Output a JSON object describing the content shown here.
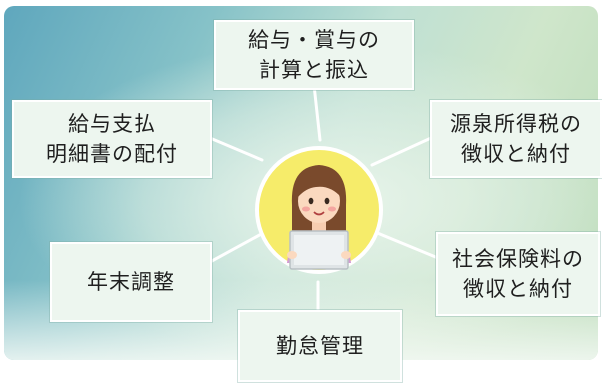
{
  "diagram": {
    "center_figure": "woman-with-laptop",
    "nodes": [
      {
        "id": "salary_calc",
        "lines": [
          "給与・賞与の",
          "計算と振込"
        ]
      },
      {
        "id": "payslip",
        "lines": [
          "給与支払",
          "明細書の配付"
        ]
      },
      {
        "id": "withholding_tax",
        "lines": [
          "源泉所得税の",
          "徴収と納付"
        ]
      },
      {
        "id": "year_end",
        "lines": [
          "年末調整"
        ]
      },
      {
        "id": "social_insurance",
        "lines": [
          "社会保険料の",
          "徴収と納付"
        ]
      },
      {
        "id": "attendance",
        "lines": [
          "勤怠管理"
        ]
      }
    ]
  },
  "colors": {
    "box_fill": "#edf6ef",
    "box_border": "#ffffff",
    "circle_fill": "#f6ec6a",
    "circle_stroke": "#ffffff",
    "connector": "#ffffff"
  }
}
